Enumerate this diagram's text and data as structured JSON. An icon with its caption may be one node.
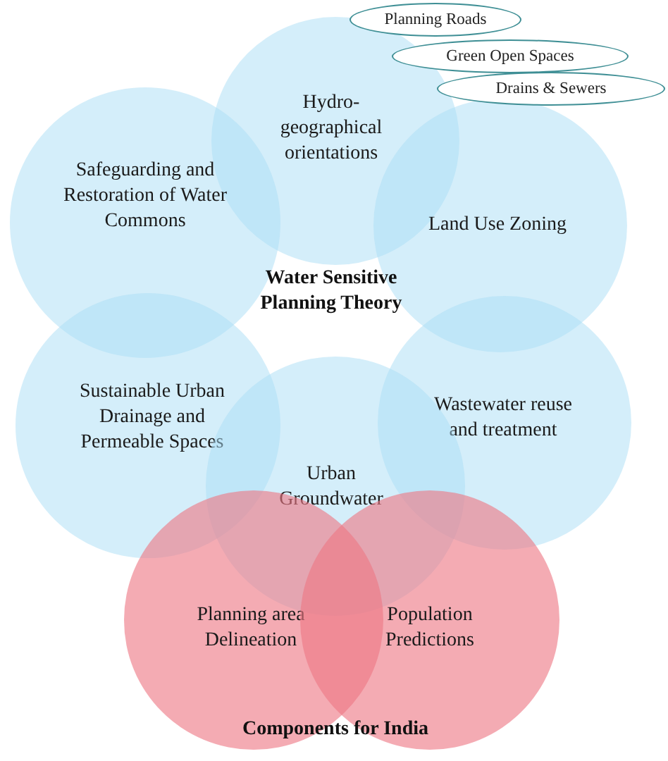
{
  "diagram": {
    "nodes": [
      {
        "text": [
          "Planning Roads"
        ]
      },
      {
        "text": [
          "Green Open Spaces"
        ]
      },
      {
        "text": [
          "Drains & Sewers"
        ]
      },
      {
        "text": [
          "Hydro- geographical orientations"
        ]
      },
      {
        "text": [
          "Safeguarding and Restoration of Water Commons"
        ]
      },
      {
        "text": [
          "Land Use Zoning"
        ]
      },
      {
        "text": [
          "Sustainable Urban Drainage and Permeable Spaces"
        ]
      },
      {
        "text": [
          "Wastewater reuse and treatment"
        ]
      },
      {
        "text": [
          "Urban Groundwater"
        ]
      },
      {
        "text": [
          "Planning area Delineation"
        ]
      },
      {
        "text": [
          "Population Predictions"
        ]
      }
    ],
    "labels": [
      "Water Sensitive Planning Theory",
      "Components for India"
    ]
  }
}
